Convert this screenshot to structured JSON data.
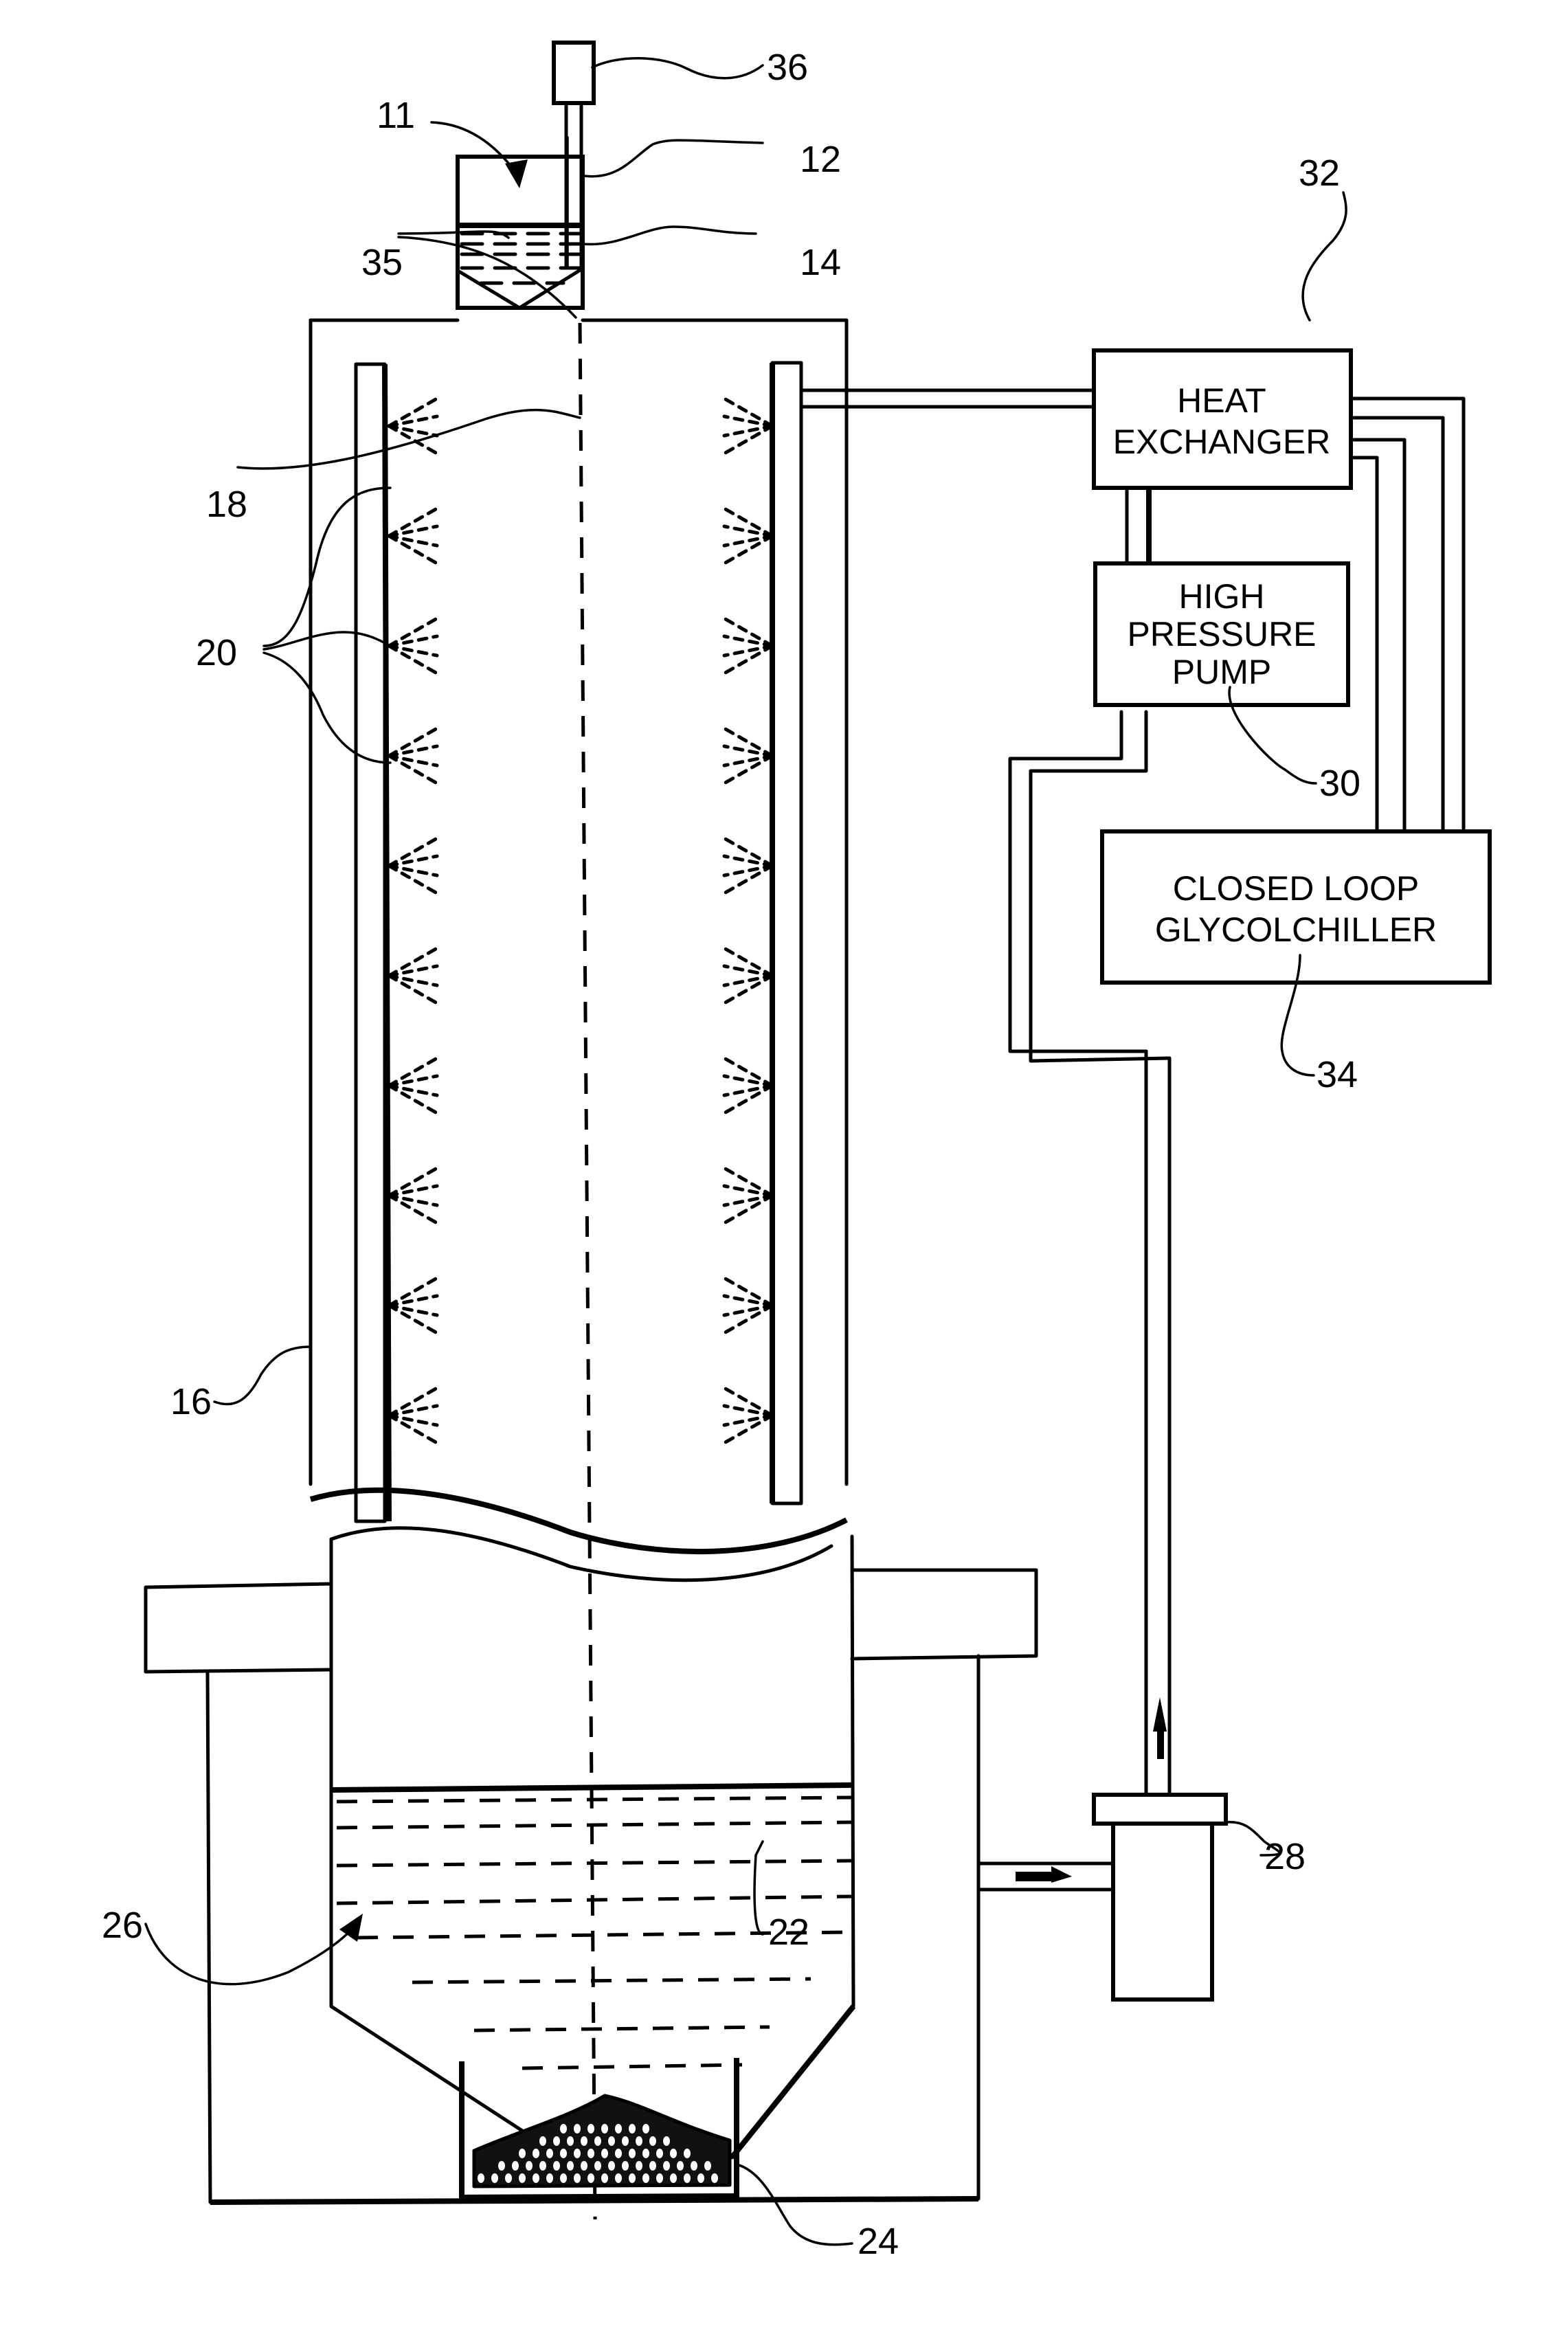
{
  "figure": {
    "components": {
      "heat_exchanger": {
        "ref": "32",
        "line1": "HEAT",
        "line2": "EXCHANGER"
      },
      "high_pressure_pump": {
        "ref": "30",
        "line1": "HIGH",
        "line2": "PRESSURE",
        "line3": "PUMP"
      },
      "glycol_chiller": {
        "ref": "34",
        "line1": "CLOSED LOOP",
        "line2": "GLYCOLCHILLER"
      }
    },
    "reference_numerals": {
      "assembly": "11",
      "reservoir": "12",
      "liquid": "14",
      "tower": "16",
      "droplet_path": "18",
      "nozzles": "20",
      "collection_hopper": "22",
      "pellets": "24",
      "collection_tank": "26",
      "return_pump": "28",
      "orifice": "35",
      "actuator": "36"
    }
  }
}
